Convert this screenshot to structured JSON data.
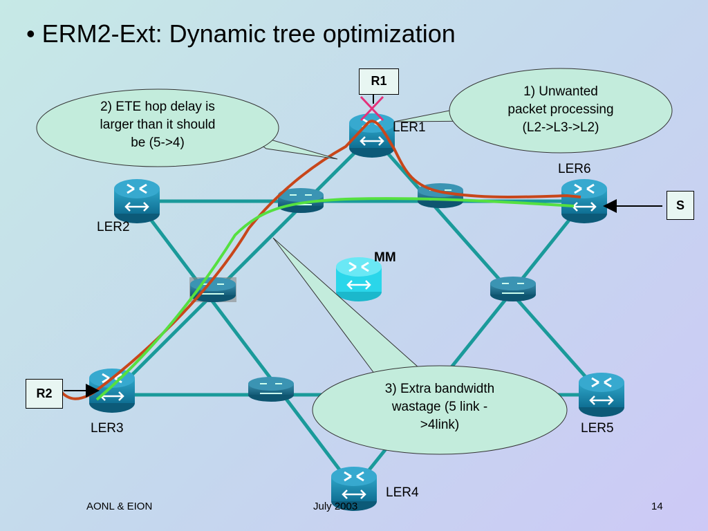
{
  "title": {
    "bullet": "•",
    "text": "ERM2-Ext: Dynamic tree optimization"
  },
  "nodes": {
    "ler1": "LER1",
    "ler2": "LER2",
    "ler3": "LER3",
    "ler4": "LER4",
    "ler5": "LER5",
    "ler6": "LER6",
    "mm": "MM"
  },
  "boxes": {
    "r1": "R1",
    "r2": "R2",
    "s": "S"
  },
  "callouts": {
    "c1": [
      "1) Unwanted",
      "packet processing",
      "(L2->L3->L2)"
    ],
    "c2": [
      "2) ETE hop delay is",
      "larger than it should",
      "be (5->4)"
    ],
    "c3": [
      "3) Extra bandwidth",
      "wastage (5 link -",
      ">4link)"
    ]
  },
  "footer": {
    "left": "AONL & EION",
    "center": "July 2003",
    "right": "14"
  },
  "colors": {
    "link": "#1a9a9a",
    "path_red": "#c8461a",
    "path_green": "#55e040",
    "router": "#1f8fb5",
    "mm": "#2ad6ea",
    "callout_fill": "#c3ecdc"
  }
}
